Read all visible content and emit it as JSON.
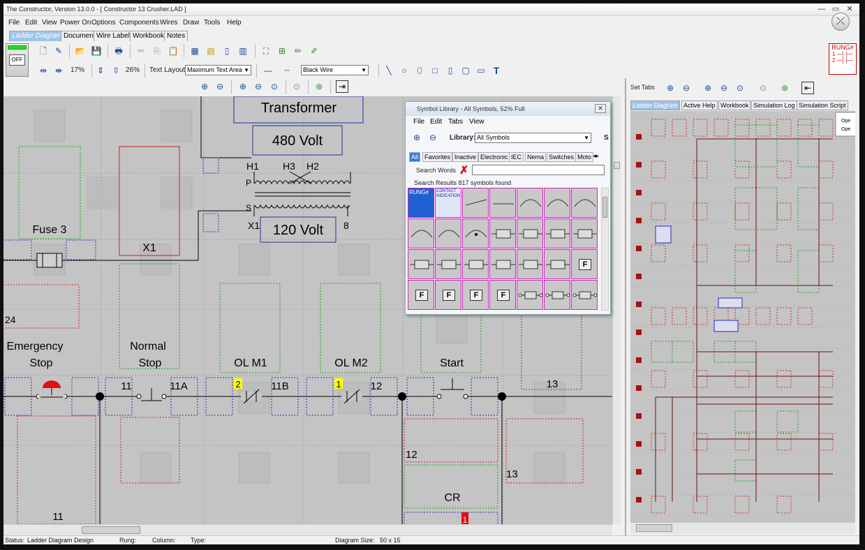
{
  "app": {
    "title": "The Constructor, Version 13.0.0   -  [ Constructor 13 Crusher.LAD ]"
  },
  "window_controls": {
    "minimize": "—",
    "restore": "▭",
    "close": "✕",
    "close_round": "⤫"
  },
  "menu": [
    "File",
    "Edit",
    "View",
    "Power On",
    "Options",
    "Components",
    "Wires",
    "Draw",
    "Tools",
    "Help"
  ],
  "doc_tabs": [
    "Ladder Diagram",
    "Document",
    "Wire Labels",
    "Workbook",
    "Notes"
  ],
  "power": {
    "label": "OFF"
  },
  "toolbar": {
    "zoom1": "17%",
    "zoom2": "26%",
    "text_layout_label": "Text Layout",
    "text_layout_value": "Maximum Text Area",
    "wire_value": "Black Wire",
    "text_tool": "T"
  },
  "rung_icon": {
    "label": "RUNG#",
    "n1": "1",
    "n2": "2"
  },
  "diagram": {
    "title_transformer": "Transformer",
    "v480": "480 Volt",
    "v120": "120 Volt",
    "h1": "H1",
    "h3": "H3",
    "h2": "H2",
    "p": "P",
    "s": "S",
    "x1t": "X1",
    "n8": "8",
    "fuse": "Fuse 3",
    "x1": "X1",
    "n24": "24",
    "estop_1": "Emergency",
    "estop_2": "Stop",
    "nstop_1": "Normal",
    "nstop_2": "Stop",
    "olm1": "OL M1",
    "olm2": "OL M2",
    "start": "Start",
    "w11": "11",
    "w11a": "11A",
    "w11b": "11B",
    "w12": "12",
    "w13": "13",
    "badge2": "2",
    "badge1": "1",
    "badge1b": "1",
    "cr": "CR",
    "w12b": "12",
    "w13b": "13",
    "w11c": "11"
  },
  "symbol_library": {
    "title": "Symbol Library - All Symbols,  52% Full",
    "menu": [
      "File",
      "Edit",
      "Tabs",
      "View"
    ],
    "library_label": "Library:",
    "library_value": "All Symbols",
    "library_s": "S",
    "tabs": [
      "All",
      "Favorites",
      "Inactive",
      "Electronic",
      "IEC",
      "Nema",
      "Switches",
      "Moto"
    ],
    "search_label": "Search Words",
    "results": "Search Results   817 symbols found",
    "cell_rung": "RUNG#",
    "cell_contact": "CONTACT INDICATION",
    "cell_f": "F"
  },
  "right_panel": {
    "set_tabs": "Set Tabs",
    "tabs": [
      "Ladder Diagram",
      "Active Help",
      "Workbook",
      "Simulation Log",
      "Simulation Script"
    ],
    "ops": [
      "Ope",
      "Ope"
    ]
  },
  "status": {
    "status_label": "Status:",
    "status_value": "Ladder Diagram Design",
    "rung_label": "Rung:",
    "column_label": "Column:",
    "type_label": "Type:",
    "size_label": "Diagram Size:",
    "size_value": "50 x 15"
  }
}
